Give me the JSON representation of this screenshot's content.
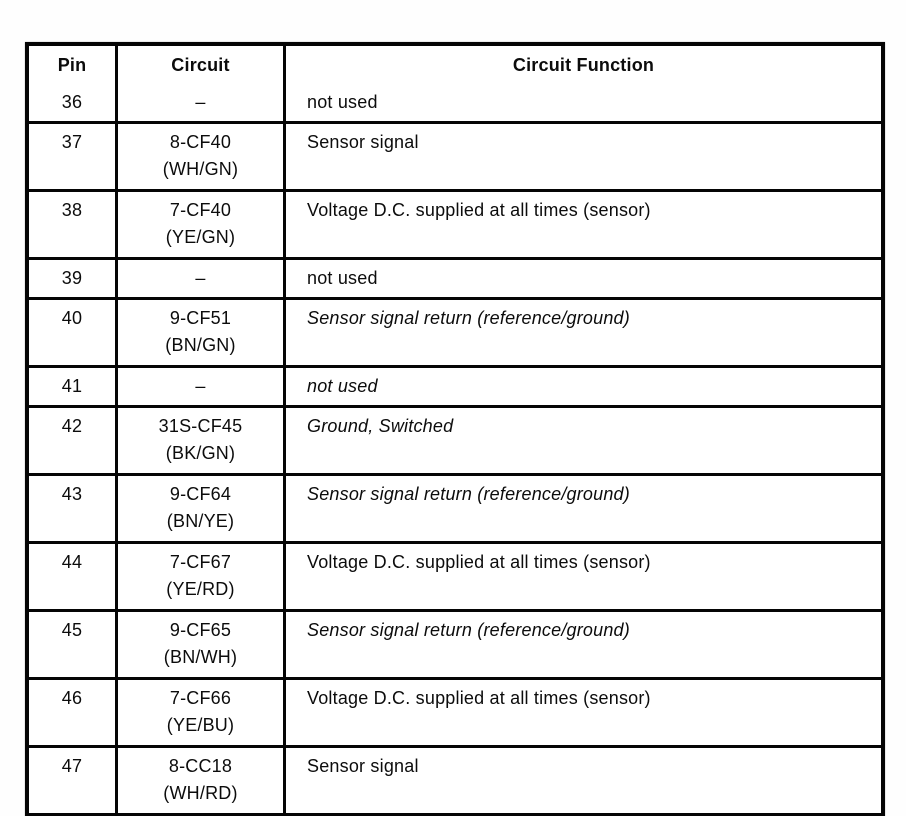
{
  "table": {
    "headers": [
      "Pin",
      "Circuit",
      "Circuit Function"
    ],
    "rows": [
      {
        "pin": "36",
        "circuit": "–",
        "color": "",
        "function": "not used",
        "em": false
      },
      {
        "pin": "37",
        "circuit": "8-CF40",
        "color": "(WH/GN)",
        "function": "Sensor signal",
        "em": false
      },
      {
        "pin": "38",
        "circuit": "7-CF40",
        "color": "(YE/GN)",
        "function": "Voltage D.C. supplied at all times (sensor)",
        "em": false
      },
      {
        "pin": "39",
        "circuit": "–",
        "color": "",
        "function": "not used",
        "em": false
      },
      {
        "pin": "40",
        "circuit": "9-CF51",
        "color": "(BN/GN)",
        "function": "Sensor signal return (reference/ground)",
        "em": true
      },
      {
        "pin": "41",
        "circuit": "–",
        "color": "",
        "function": "not used",
        "em": true
      },
      {
        "pin": "42",
        "circuit": "31S-CF45",
        "color": "(BK/GN)",
        "function": "Ground, Switched",
        "em": true
      },
      {
        "pin": "43",
        "circuit": "9-CF64",
        "color": "(BN/YE)",
        "function": "Sensor signal return (reference/ground)",
        "em": true
      },
      {
        "pin": "44",
        "circuit": "7-CF67",
        "color": "(YE/RD)",
        "function": "Voltage D.C. supplied at all times (sensor)",
        "em": false
      },
      {
        "pin": "45",
        "circuit": "9-CF65",
        "color": "(BN/WH)",
        "function": "Sensor signal return (reference/ground)",
        "em": true
      },
      {
        "pin": "46",
        "circuit": "7-CF66",
        "color": "(YE/BU)",
        "function": "Voltage D.C. supplied at all times (sensor)",
        "em": false
      },
      {
        "pin": "47",
        "circuit": "8-CC18",
        "color": "(WH/RD)",
        "function": "Sensor signal",
        "em": false
      }
    ],
    "ink_color": "#050505",
    "paper_color": "#ffffff"
  }
}
